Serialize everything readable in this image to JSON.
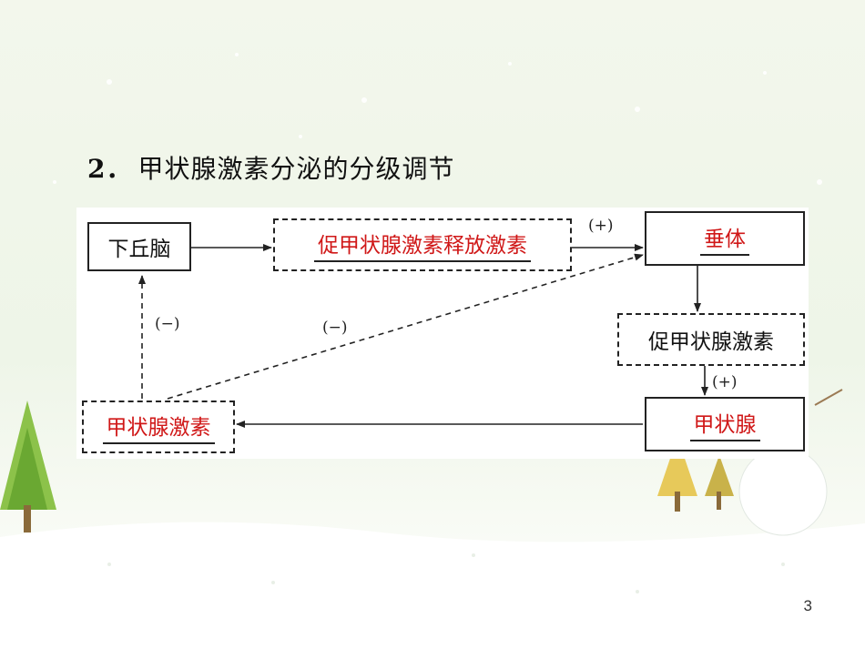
{
  "slide": {
    "title_number": "2．",
    "title_text": "甲状腺激素分泌的分级调节",
    "page_number": "3"
  },
  "diagram": {
    "nodes": {
      "hypothalamus": "下丘脑",
      "trh": "促甲状腺激素释放激素",
      "pituitary": "垂体",
      "tsh": "促甲状腺激素",
      "thyroid": "甲状腺",
      "thyroid_hormone": "甲状腺激素"
    },
    "labels": {
      "plus_top": "(+)",
      "plus_right": "(+)",
      "minus_left": "(−)",
      "minus_diagonal": "(−)"
    },
    "colors": {
      "answer_text": "#d01818",
      "line": "#222222"
    }
  }
}
